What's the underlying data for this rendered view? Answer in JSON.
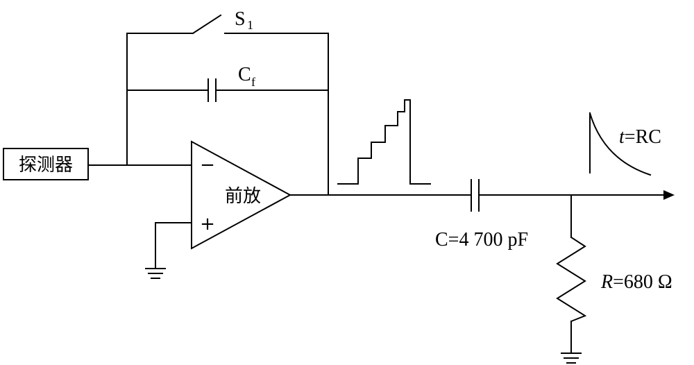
{
  "detector": {
    "label": "探测器"
  },
  "amplifier": {
    "label": "前放",
    "minus": "−",
    "plus": "+"
  },
  "switch": {
    "label": "S",
    "sub": "1"
  },
  "feedback_cap": {
    "label": "C",
    "sub": "f"
  },
  "coupling_cap": {
    "label": "C=4 700 pF"
  },
  "resistor": {
    "italic": "R",
    "rest": "=680 Ω"
  },
  "time_constant": {
    "italic": "t",
    "rest": "=RC"
  }
}
